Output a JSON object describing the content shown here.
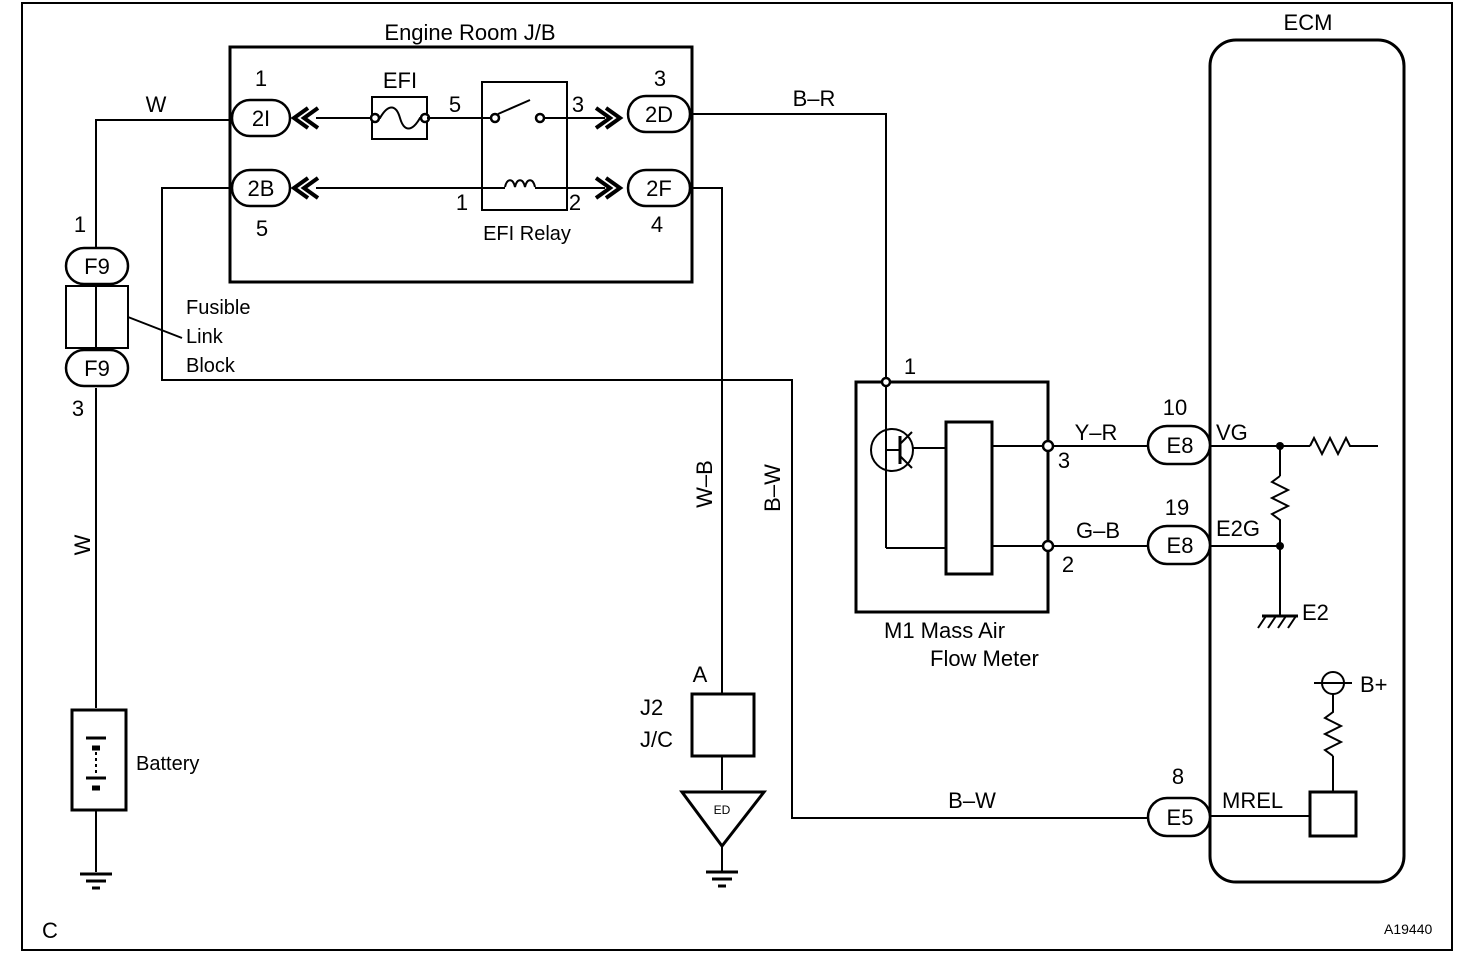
{
  "corner_label": "C",
  "figure_id": "A19440",
  "junction_block": {
    "title": "Engine Room J/B",
    "fuse": "EFI",
    "relay": "EFI Relay",
    "connectors": [
      {
        "code": "2I",
        "pin": "1"
      },
      {
        "code": "2B",
        "pin": "5"
      },
      {
        "code": "2D",
        "pin": "3"
      },
      {
        "code": "2F",
        "pin": "4"
      }
    ],
    "internal_pins": {
      "fuse_out": "5",
      "relay_out": "3",
      "coil_in": "1",
      "coil_out": "2"
    }
  },
  "fusible_link": {
    "connector": "F9",
    "pin_top": "1",
    "pin_bottom": "3",
    "label_lines": [
      "Fusible",
      "Link",
      "Block"
    ]
  },
  "battery": {
    "label": "Battery"
  },
  "junction_connector": {
    "pin": "A",
    "label_lines": [
      "J2",
      "J/C"
    ],
    "ground": "ED"
  },
  "maf_meter": {
    "pins": [
      "1",
      "3",
      "2"
    ],
    "label_lines": [
      "M1 Mass Air",
      "Flow Meter"
    ]
  },
  "ecm": {
    "title": "ECM",
    "terminals": [
      {
        "connector": "E8",
        "pin": "10",
        "name": "VG"
      },
      {
        "connector": "E8",
        "pin": "19",
        "name": "E2G"
      },
      {
        "connector": "E5",
        "pin": "8",
        "name": "MREL"
      }
    ],
    "ground_label": "E2",
    "supply_label": "B+"
  },
  "wires": {
    "battery_top": "W",
    "battery_vertical": "W",
    "relay_to_maf": "B–R",
    "jc_vertical": "W–B",
    "mrel_vertical": "B–W",
    "mrel_horizontal": "B–W",
    "vg": "Y–R",
    "e2g": "G–B"
  }
}
